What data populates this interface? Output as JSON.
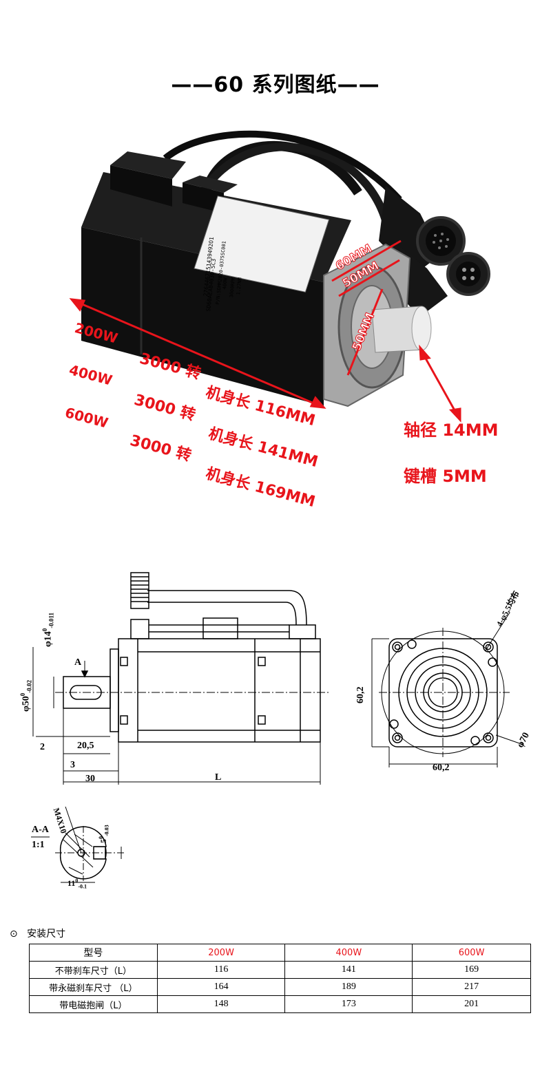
{
  "title": "——60 系列图纸——",
  "photo": {
    "specs_left": [
      {
        "power": "200W",
        "speed": "3000 转",
        "length": "机身长 116MM"
      },
      {
        "power": "400W",
        "speed": "3000 转",
        "length": "机身长 141MM"
      },
      {
        "power": "600W",
        "speed": "3000 转",
        "length": "机身长 169MM"
      }
    ],
    "flange_60": "60MM",
    "flange_50": "50MM",
    "shaft_50": "50MM",
    "shaft_diameter": "轴径 14MM",
    "keyway": "键槽 5MM",
    "label_pn": "P/N:SDMM2020-0375SC001",
    "label_model": "SD60AEA04030-SC3",
    "label_rated": "400W",
    "label_speed": "3000RPM",
    "label_torque": "1.27NM",
    "label_serial": "2764467151439492O1"
  },
  "drawing": {
    "shaft_dia": "φ14",
    "shaft_tol_top": "0",
    "shaft_tol_bot": "-0.011",
    "spigot_dia": "φ50",
    "spigot_tol_top": "0",
    "spigot_tol_bot": "-0.02",
    "section_marker": "A",
    "dim_2": "2",
    "dim_20_5": "20,5",
    "dim_3": "3",
    "dim_30": "30",
    "dim_L": "L",
    "hole_spec": "4-φ5,5均布",
    "flange_h": "60,2",
    "flange_w": "60,2",
    "pcd": "φ70",
    "section_title": "A-A",
    "section_scale": "1:1",
    "thread": "M4X10",
    "key_w": "5",
    "key_tol_top": "0",
    "key_tol_bot": "-0.03",
    "key_depth": "11",
    "key_depth_tol_top": "0",
    "key_depth_tol_bot": "-0.1"
  },
  "table": {
    "section_icon": "circle-dot-icon",
    "section_title": "安装尺寸",
    "header": [
      "型号",
      "200W",
      "400W",
      "600W"
    ],
    "rows": [
      [
        "不带刹车尺寸（L）",
        "116",
        "141",
        "169"
      ],
      [
        "带永磁刹车尺寸 （L）",
        "164",
        "189",
        "217"
      ],
      [
        "带电磁抱闸（L）",
        "148",
        "173",
        "201"
      ]
    ]
  },
  "colors": {
    "accent": "#e8141b",
    "motor_body": "#111111",
    "flange_metal": "#9a9a9a"
  }
}
